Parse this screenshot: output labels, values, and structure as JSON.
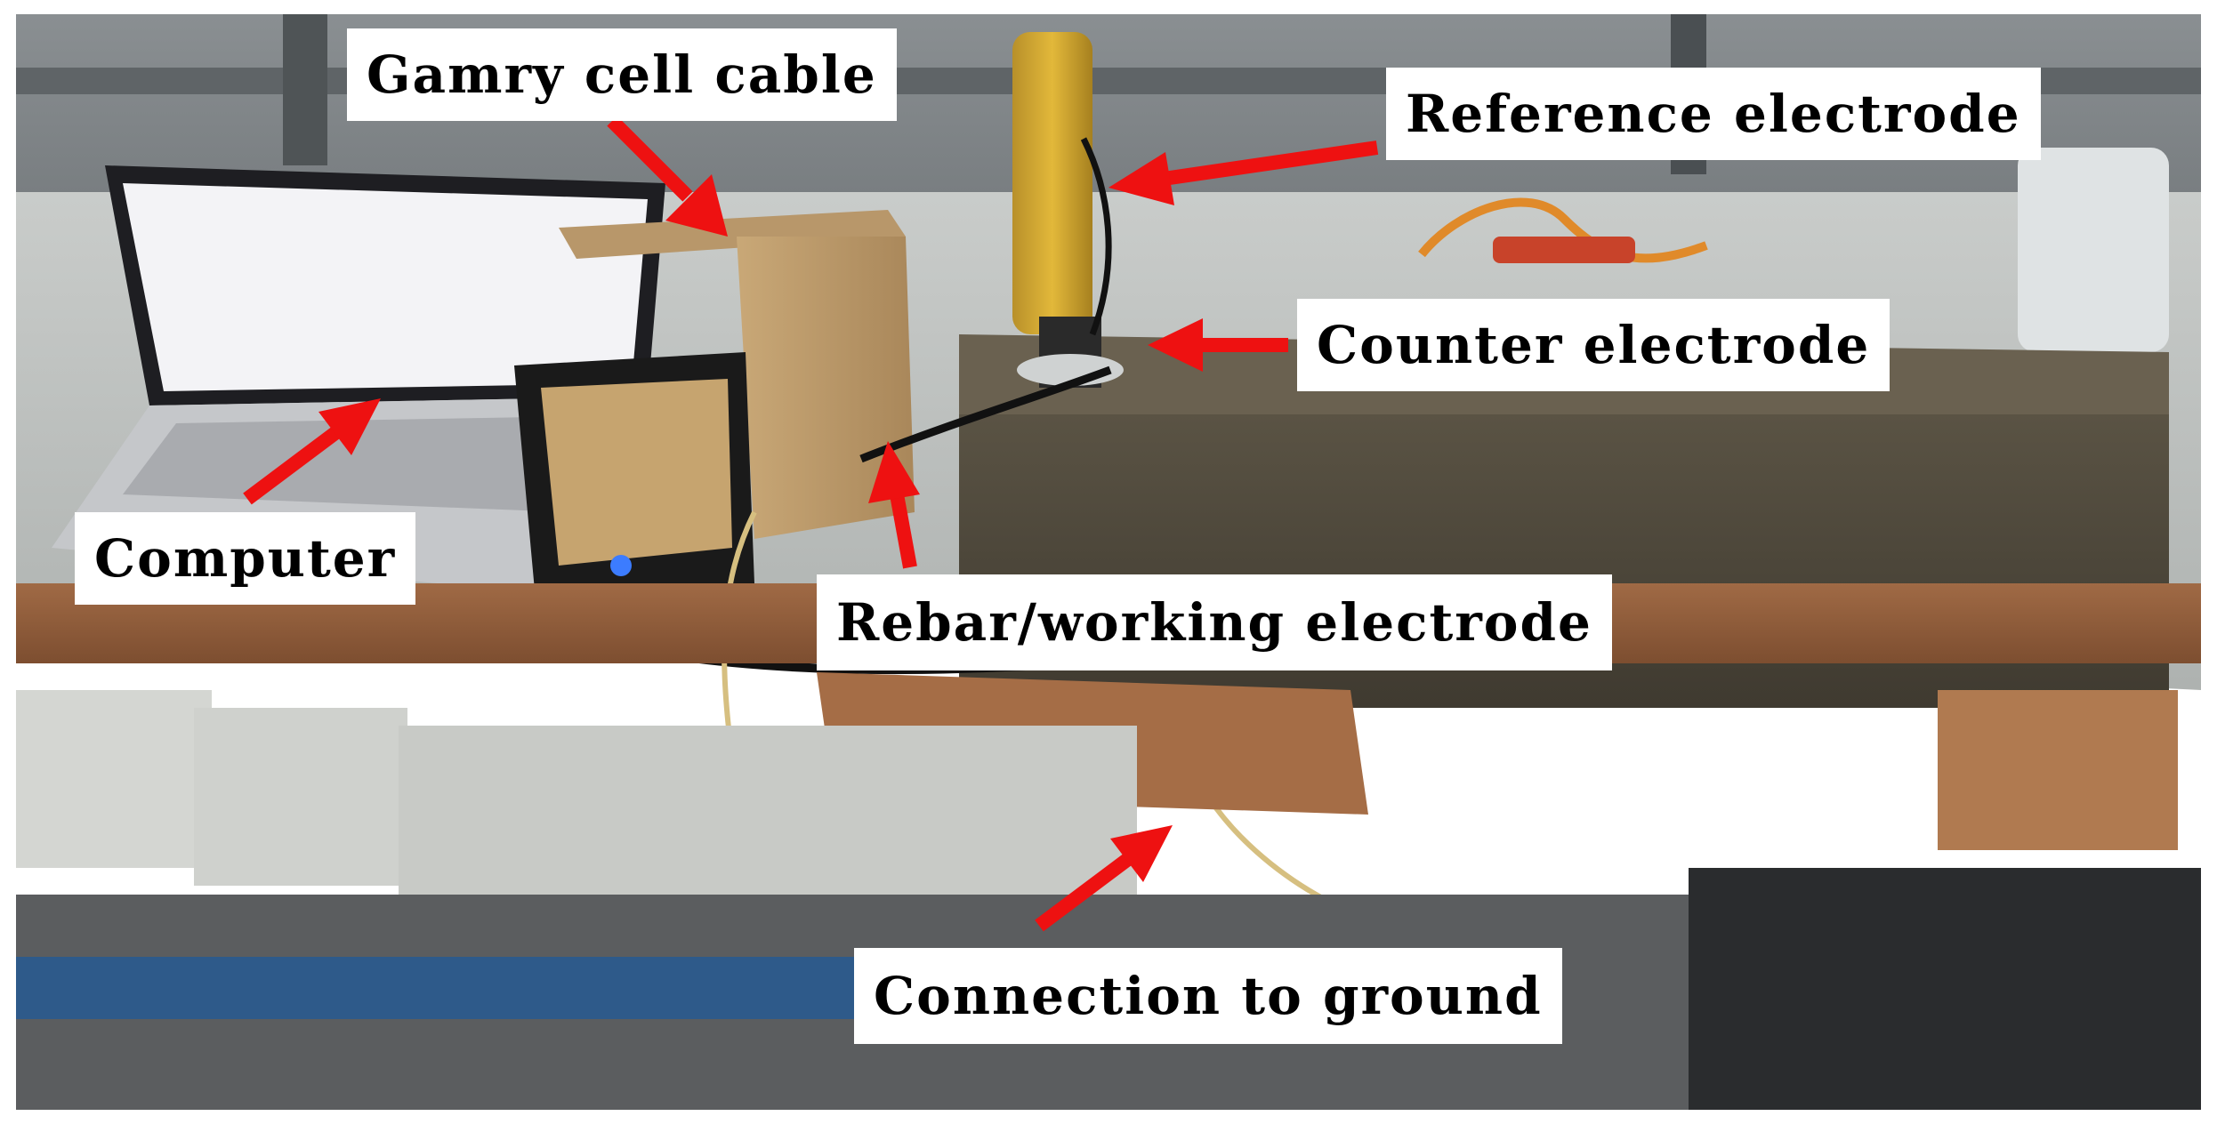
{
  "labels": {
    "gamry_cell_cable": "Gamry cell cable",
    "reference_electrode": "Reference electrode",
    "counter_electrode": "Counter electrode",
    "computer": "Computer",
    "rebar_working_electrode": "Rebar/working electrode",
    "connection_to_ground": "Connection to ground"
  },
  "colors": {
    "arrow": "#ee1111",
    "label_background": "#ffffff",
    "label_text": "#000000"
  }
}
